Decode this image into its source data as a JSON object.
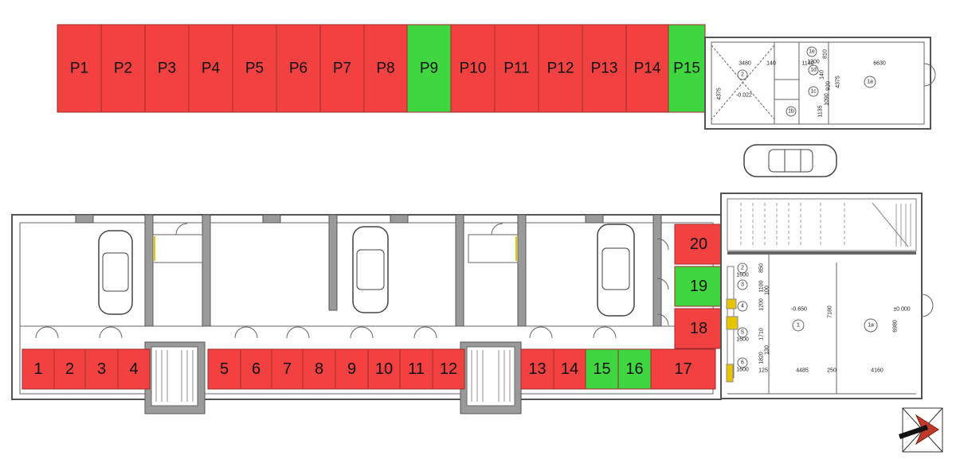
{
  "colors": {
    "reserved": "#f24141",
    "available": "#3fd63f",
    "wall": "#9a9a9a",
    "line": "#555555"
  },
  "parking_spots": [
    {
      "label": "P1",
      "status": "reserved"
    },
    {
      "label": "P2",
      "status": "reserved"
    },
    {
      "label": "P3",
      "status": "reserved"
    },
    {
      "label": "P4",
      "status": "reserved"
    },
    {
      "label": "P5",
      "status": "reserved"
    },
    {
      "label": "P6",
      "status": "reserved"
    },
    {
      "label": "P7",
      "status": "reserved"
    },
    {
      "label": "P8",
      "status": "reserved"
    },
    {
      "label": "P9",
      "status": "available"
    },
    {
      "label": "P10",
      "status": "reserved"
    },
    {
      "label": "P11",
      "status": "reserved"
    },
    {
      "label": "P12",
      "status": "reserved"
    },
    {
      "label": "P13",
      "status": "reserved"
    },
    {
      "label": "P14",
      "status": "reserved"
    },
    {
      "label": "P15",
      "status": "available"
    }
  ],
  "storage_units": [
    {
      "label": "1",
      "status": "reserved"
    },
    {
      "label": "2",
      "status": "reserved"
    },
    {
      "label": "3",
      "status": "reserved"
    },
    {
      "label": "4",
      "status": "reserved"
    },
    {
      "label": "5",
      "status": "reserved"
    },
    {
      "label": "6",
      "status": "reserved"
    },
    {
      "label": "7",
      "status": "reserved"
    },
    {
      "label": "8",
      "status": "reserved"
    },
    {
      "label": "9",
      "status": "reserved"
    },
    {
      "label": "10",
      "status": "reserved"
    },
    {
      "label": "11",
      "status": "reserved"
    },
    {
      "label": "12",
      "status": "reserved"
    },
    {
      "label": "13",
      "status": "reserved"
    },
    {
      "label": "14",
      "status": "reserved"
    },
    {
      "label": "15",
      "status": "available"
    },
    {
      "label": "16",
      "status": "available"
    },
    {
      "label": "17",
      "status": "reserved"
    },
    {
      "label": "18",
      "status": "reserved"
    },
    {
      "label": "19",
      "status": "available"
    },
    {
      "label": "20",
      "status": "reserved"
    }
  ],
  "top_building": {
    "room_labels": [
      "2",
      "1a",
      "1b",
      "1c",
      "1d",
      "1e"
    ],
    "dimensions": [
      "3480",
      "140",
      "1200",
      "6630",
      "4375",
      "4375",
      "-0.022",
      "1135",
      "1090",
      "1140",
      "140",
      "810",
      "920"
    ]
  },
  "bottom_building": {
    "room_labels": [
      "1",
      "1a",
      "2",
      "3",
      "4",
      "5",
      "6"
    ],
    "dimensions": [
      "1600",
      "1600",
      "1600",
      "-0.650",
      "±0.000",
      "7180",
      "6980",
      "4485",
      "4160",
      "125",
      "250",
      "1200",
      "1100",
      "850",
      "1820",
      "1710",
      "100",
      "130"
    ]
  }
}
